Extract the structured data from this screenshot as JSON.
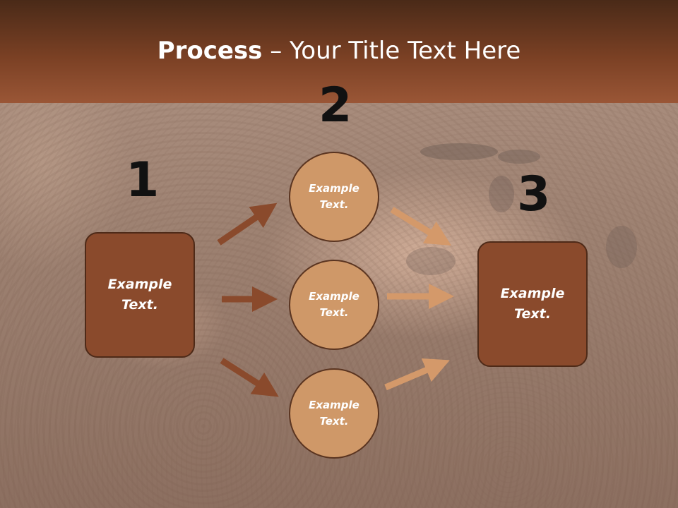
{
  "slide": {
    "title_bold": "Process",
    "title_rest": " – Your Title Text Here"
  },
  "steps": {
    "one": "1",
    "two": "2",
    "three": "3"
  },
  "nodes": {
    "left_box": "Example\nText.",
    "circle_top": "Example\nText.",
    "circle_middle": "Example\nText.",
    "circle_bottom": "Example\nText.",
    "right_box": "Example\nText."
  },
  "colors": {
    "header": "#7a4024",
    "box_fill": "#8a4a2c",
    "circle_fill": "#cf9868",
    "dark_arrow": "#8a4a2c",
    "light_arrow": "#d4996a"
  }
}
